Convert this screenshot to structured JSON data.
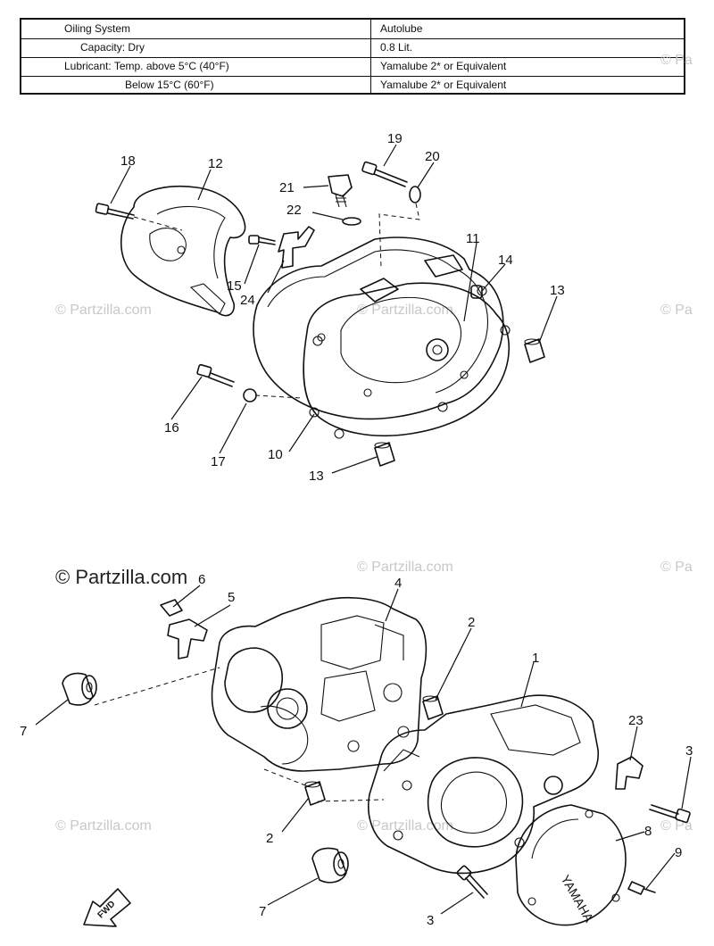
{
  "spec_table": {
    "rows": [
      {
        "label": "Oiling System",
        "value": "Autolube"
      },
      {
        "label": "Capacity: Dry",
        "value": "0.8 Lit."
      },
      {
        "label": "Lubricant: Temp. above 5°C (40°F)",
        "value": "Yamalube 2* or Equivalent"
      },
      {
        "label": "Below 15°C (60°F)",
        "value": "Yamalube 2* or Equivalent"
      }
    ]
  },
  "watermark": {
    "main": "© Partzilla.com",
    "repeat": "© Partzilla.com",
    "short": "© Pa"
  },
  "cover_brand": "YAMAHA",
  "fwd_label": "FWD",
  "callouts": {
    "c1": "1",
    "c2a": "2",
    "c2b": "2",
    "c3a": "3",
    "c3b": "3",
    "c4": "4",
    "c5": "5",
    "c6": "6",
    "c7a": "7",
    "c7b": "7",
    "c8": "8",
    "c9": "9",
    "c10": "10",
    "c11": "11",
    "c12": "12",
    "c13a": "13",
    "c13b": "13",
    "c14": "14",
    "c15": "15",
    "c16": "16",
    "c17": "17",
    "c18": "18",
    "c19": "19",
    "c20": "20",
    "c21": "21",
    "c22": "22",
    "c23": "23",
    "c24": "24"
  }
}
